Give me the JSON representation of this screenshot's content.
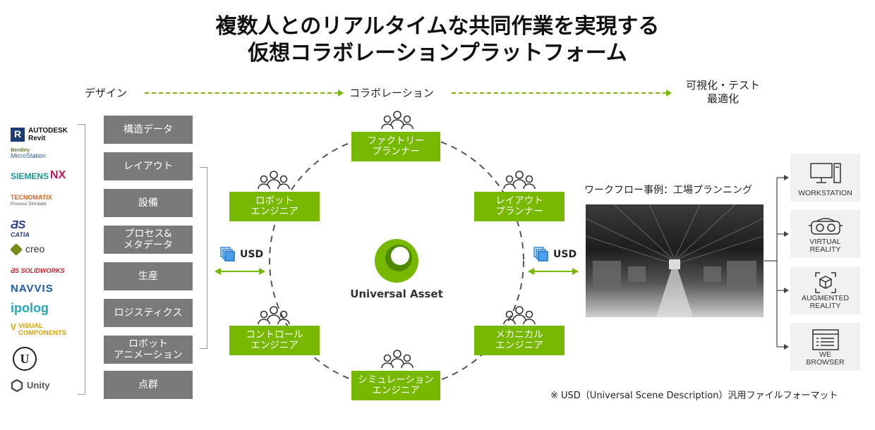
{
  "title": {
    "line1": "複数人とのリアルタイムな共同作業を実現する",
    "line2": "仮想コラボレーションプラットフォーム"
  },
  "flow": {
    "design": "デザイン",
    "collab": "コラボレーション",
    "visualize_line1": "可視化・テスト",
    "visualize_line2": "最適化"
  },
  "software": {
    "autodesk": "AUTODESK",
    "revit": "Revit",
    "bentley": "Bentley",
    "microstation": "MicroStation",
    "siemens": "SIEMENS",
    "nx": "NX",
    "tecnomatix": "TECNOMATIX",
    "process_simulate": "Process Simulate",
    "catia": "CATIA",
    "creo": "creo",
    "solidworks": "SOLIDWORKS",
    "navvis": "NAVVIS",
    "ipolog": "ipolog",
    "visual_components": "VISUAL\nCOMPONENTS",
    "unity": "Unity"
  },
  "data_types": [
    "構造データ",
    "レイアウト",
    "設備",
    "プロセス&\nメタデータ",
    "生産",
    "ロジスティクス",
    "ロボット\nアニメーション",
    "点群"
  ],
  "usd_label": "USD",
  "center_label": "Universal Asset",
  "roles": {
    "factory_planner": "ファクトリー\nプランナー",
    "robot_engineer": "ロボット\nエンジニア",
    "layout_planner": "レイアウト\nプランナー",
    "control_engineer": "コントロール\nエンジニア",
    "mechanical_engineer": "メカニカル\nエンジニア",
    "simulation_engineer": "シミュレーション\nエンジニア"
  },
  "workflow_title": "ワークフロー事例：工場プランニング",
  "outputs": [
    "WORKSTATION",
    "VIRTUAL\nREALITY",
    "AUGMENTED\nREALITY",
    "WE\nBROWSER"
  ],
  "footnote": "※ USD（Universal Scene Description）汎用ファイルフォーマット",
  "colors": {
    "accent": "#76b900",
    "gray_box": "#7a7a7a",
    "output_bg": "#f1f1f1"
  }
}
